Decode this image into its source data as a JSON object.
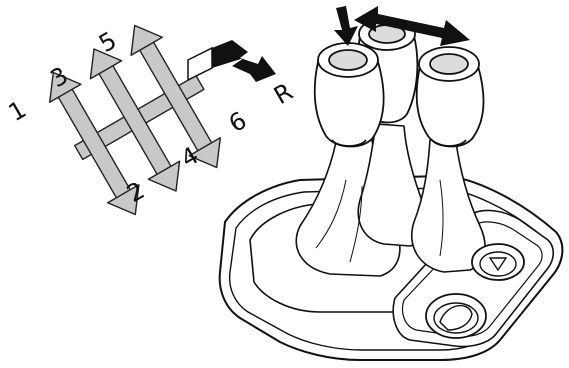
{
  "gear_labels": {
    "g1": "1",
    "g2": "2",
    "g3": "3",
    "g4": "4",
    "g5": "5",
    "g6": "6",
    "reverse": "R"
  },
  "colors": {
    "line": "#111111",
    "pattern_fill": "#c8c8c8",
    "knob_top": "#dcdcdc",
    "arrow": "#111111"
  },
  "icons": {
    "shift_pattern": "shift-pattern-icon",
    "push_down_arrow": "push-down-arrow-icon",
    "sideways_arrow": "sideways-arrow-icon",
    "reverse_arrow": "reverse-arrow-icon",
    "button": "triangle-button-icon",
    "rotary_knob": "rotary-knob-icon"
  }
}
